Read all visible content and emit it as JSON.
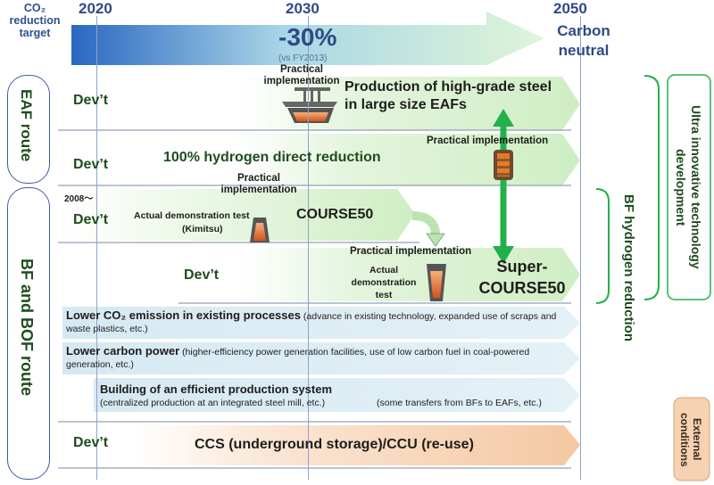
{
  "header": {
    "target_label": "CO₂ reduction target",
    "year_2020": "2020",
    "year_2030": "2030",
    "year_2050": "2050",
    "reduction_pct": "-30%",
    "reduction_ref": "(vs FY2013)",
    "carbon_neutral": "Carbon neutral"
  },
  "routes": {
    "eaf": "EAF route",
    "bf_bof": "BF and BOF route"
  },
  "side_labels": {
    "ultra": "Ultra innovative technology development",
    "bf_hydrogen": "BF hydrogen reduction",
    "external": "External conditions"
  },
  "rows": {
    "eaf_devt": "Dev’t",
    "eaf_practical": "Practical implementation",
    "eaf_title": "Production of high-grade steel in large size EAFs",
    "h2_devt": "Dev’t",
    "h2_title": "100% hydrogen direct reduction",
    "h2_practical": "Practical implementation",
    "c50_since": "2008～",
    "c50_devt": "Dev’t",
    "c50_practical": "Practical implementation",
    "c50_demo": "Actual demonstration test",
    "c50_kimitsu": "(Kimitsu)",
    "c50_title": "COURSE50",
    "sc50_devt": "Dev’t",
    "sc50_practical": "Practical implementation",
    "sc50_demo": "Actual demonstration test",
    "sc50_title": "Super-COURSE50"
  },
  "blue_rows": {
    "r1_title": "Lower CO₂ emission in existing processes",
    "r1_detail": "(advance in existing technology, expanded use of scraps and waste plastics, etc.)",
    "r2_title": "Lower carbon power",
    "r2_detail": "(higher-efficiency power generation facilities, use of low carbon fuel in coal-powered generation, etc.)",
    "r3_title": "Building of an efficient production system",
    "r3_detail": "(centralized production at an integrated steel mill, etc.)",
    "r3_detail2": "(some transfers from BFs to EAFs, etc.)"
  },
  "ccs": {
    "devt": "Dev’t",
    "title": "CCS (underground storage)/CCU (re-use)"
  },
  "colors": {
    "green_arrow": "#d8f0cf",
    "green_connector": "#22b04b",
    "blue_band": "#dcecf4",
    "orange_band": "#f6d2b3",
    "route_border": "#3d5da8",
    "header_arrow_start": "#2a67c2",
    "header_arrow_end": "#dff5d8"
  }
}
